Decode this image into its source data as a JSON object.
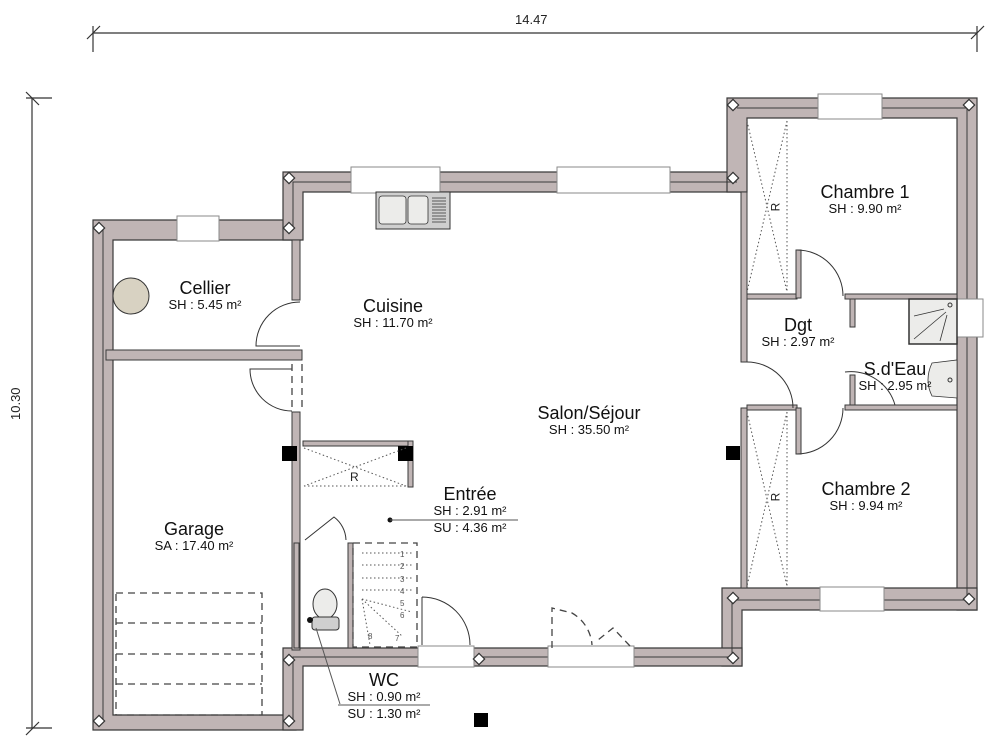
{
  "plan": {
    "dimensions": {
      "width_label": "14.47",
      "height_label": "10.30"
    },
    "rooms": [
      {
        "id": "chambre1",
        "name": "Chambre 1",
        "area": "SH : 9.90 m²"
      },
      {
        "id": "cellier",
        "name": "Cellier",
        "area": "SH : 5.45 m²"
      },
      {
        "id": "cuisine",
        "name": "Cuisine",
        "area": "SH : 11.70 m²"
      },
      {
        "id": "dgt",
        "name": "Dgt",
        "area": "SH : 2.97 m²"
      },
      {
        "id": "sdeau",
        "name": "S.d'Eau",
        "area": "SH : 2.95 m²"
      },
      {
        "id": "salon",
        "name": "Salon/Séjour",
        "area": "SH : 35.50 m²"
      },
      {
        "id": "entree",
        "name": "Entrée",
        "area": "SH : 2.91 m²",
        "area2": "SU : 4.36 m²"
      },
      {
        "id": "chambre2",
        "name": "Chambre 2",
        "area": "SH : 9.94 m²"
      },
      {
        "id": "garage",
        "name": "Garage",
        "area": "SA : 17.40 m²"
      },
      {
        "id": "wc",
        "name": "WC",
        "area": "SH : 0.90 m²",
        "area2": "SU : 1.30 m²"
      }
    ],
    "closet_marker": "R",
    "stair_steps": [
      "1",
      "2",
      "3",
      "4",
      "5",
      "6",
      "7",
      "8"
    ],
    "colors": {
      "wall_fill": "#c0b5b5",
      "wall_stroke": "#3a3a3a",
      "boiler_fill": "#d8d2c2",
      "fixture_fill": "#ececea"
    }
  }
}
